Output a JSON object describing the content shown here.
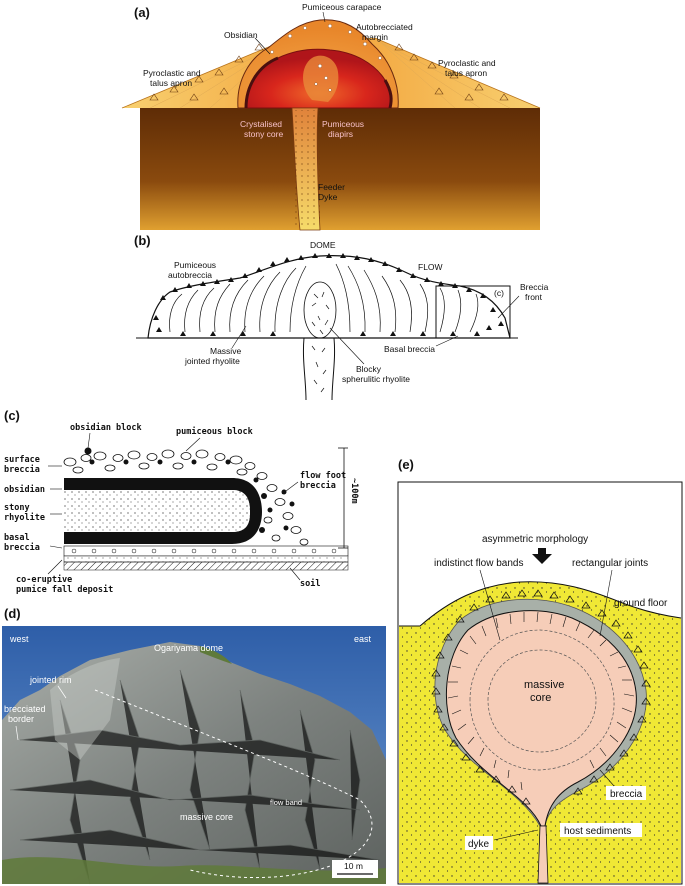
{
  "panel_a": {
    "letter": "(a)",
    "labels": {
      "pumiceous_carapace": "Pumiceous carapace",
      "obsidian": "Obsidian",
      "autobrecciated_1": "Autobrecciated",
      "autobrecciated_2": "margin",
      "pyro_left_1": "Pyroclastic and",
      "pyro_left_2": "talus apron",
      "pyro_right_1": "Pyroclastic and",
      "pyro_right_2": "talus apron",
      "stony_core_1": "Crystalised",
      "stony_core_2": "stony core",
      "diapirs_1": "Pumiceous",
      "diapirs_2": "diapirs",
      "feeder_1": "Feeder",
      "feeder_2": "Dyke"
    }
  },
  "panel_b": {
    "letter": "(b)",
    "labels": {
      "dome": "DOME",
      "flow": "FLOW",
      "autobreccia_1": "Pumiceous",
      "autobreccia_2": "autobreccia",
      "breccia_front_1": "Breccia",
      "breccia_front_2": "front",
      "box_ref": "(c)",
      "massive_1": "Massive",
      "massive_2": "jointed rhyolite",
      "basal": "Basal breccia",
      "blocky_1": "Blocky",
      "blocky_2": "spherulitic rhyolite"
    }
  },
  "panel_c": {
    "letter": "(c)",
    "labels": {
      "obsidian_block": "obsidian block",
      "pumiceous_block": "pumiceous block",
      "surface_1": "surface",
      "surface_2": "breccia",
      "obsidian": "obsidian",
      "stony_1": "stony",
      "stony_2": "rhyolite",
      "basal_1": "basal",
      "basal_2": "breccia",
      "flow_foot_1": "flow foot",
      "flow_foot_2": "breccia",
      "scale": "~100m",
      "coeruptive_1": "co-eruptive",
      "coeruptive_2": "pumice fall deposit",
      "soil": "soil"
    }
  },
  "panel_d": {
    "letter": "(d)",
    "labels": {
      "west": "west",
      "east": "east",
      "title": "Ogariyama dome",
      "jointed_rim": "jointed rim",
      "brecciated_1": "brecciated",
      "brecciated_2": "border",
      "flow_band": "flow band",
      "massive_core": "massive core",
      "scale": "10 m"
    }
  },
  "panel_e": {
    "letter": "(e)",
    "labels": {
      "asym": "asymmetric morphology",
      "indistinct": "indistinct flow bands",
      "rect": "rectangular joints",
      "ground": "ground floor",
      "core_1": "massive",
      "core_2": "core",
      "breccia": "breccia",
      "host": "host sediments",
      "dyke": "dyke"
    }
  },
  "colors": {
    "dome_red": "#d8261c",
    "dome_orange": "#f29a1f",
    "ground_brown": "#6b3308",
    "core_pink": "#f6cdb8",
    "sediment_yellow": "#f0e835",
    "rock_grey": "#8a8f8c",
    "sky_blue": "#3b6fb6"
  }
}
